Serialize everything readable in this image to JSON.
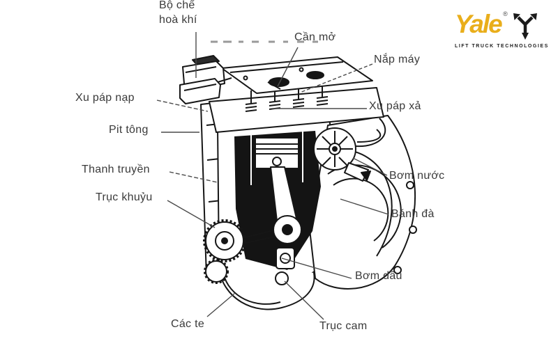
{
  "page": {
    "background": "#ffffff"
  },
  "logo": {
    "brand": "Yale",
    "registered_mark": "®",
    "tagline": "LIFT TRUCK TECHNOLOGIES",
    "brand_color": "#E9AE1B",
    "icon": "three-arrow-lift-icon",
    "icon_color": "#1b1b1b"
  },
  "diagram": {
    "type": "engine-cutaway-line-art",
    "ink_color": "#161616",
    "label_color": "#3a3a3a",
    "labels": [
      {
        "id": "carburetor",
        "text": "Bộ chế hoà khí"
      },
      {
        "id": "rocker-lever",
        "text": "Cần mở"
      },
      {
        "id": "cylinder-head-cover",
        "text": "Nắp máy"
      },
      {
        "id": "intake-valve",
        "text": "Xu páp nạp"
      },
      {
        "id": "exhaust-valve",
        "text": "Xu páp xả"
      },
      {
        "id": "piston",
        "text": "Pit tông"
      },
      {
        "id": "connecting-rod",
        "text": "Thanh truyền"
      },
      {
        "id": "crankshaft",
        "text": "Trục khuỷu"
      },
      {
        "id": "water-pump",
        "text": "Bơm nước"
      },
      {
        "id": "flywheel",
        "text": "Bánh đà"
      },
      {
        "id": "oil-pump",
        "text": "Bơm dầu"
      },
      {
        "id": "crankcase",
        "text": "Các te"
      },
      {
        "id": "camshaft",
        "text": "Trục cam"
      }
    ]
  }
}
